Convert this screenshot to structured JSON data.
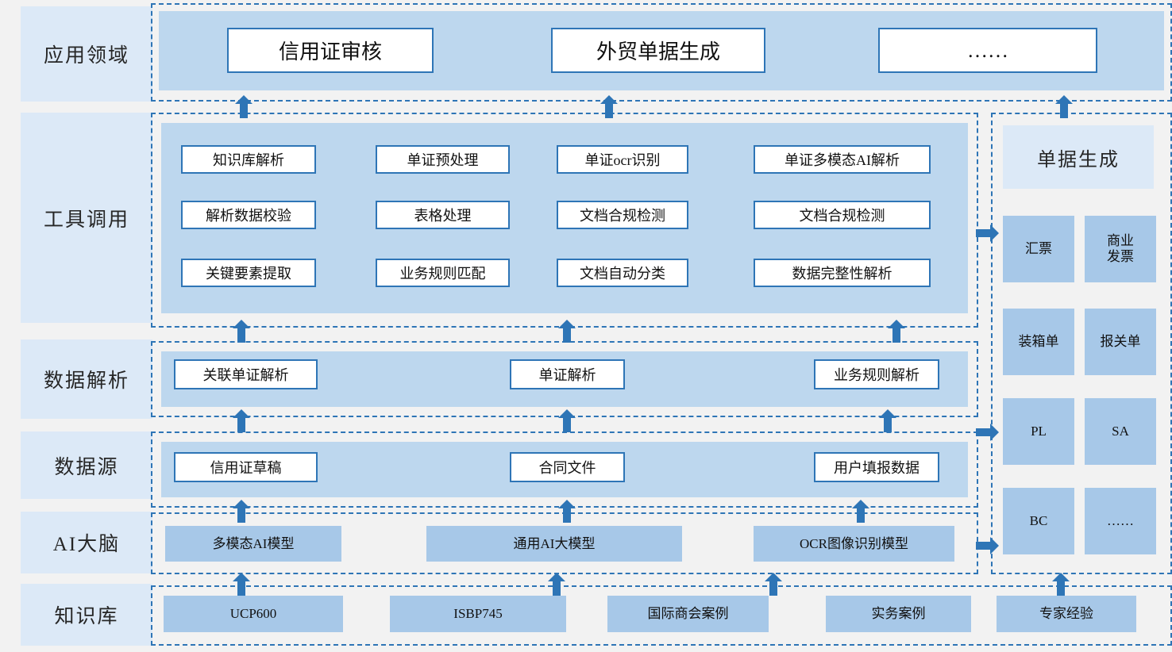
{
  "theme": {
    "accent": "#2e75b6",
    "panel_fill": "#bdd7ee",
    "label_fill": "#dce9f7",
    "box_fill": "#a7c8e8",
    "page_bg": "#f2f2f2"
  },
  "row_labels": {
    "application": "应用领域",
    "tools": "工具调用",
    "data_parsing": "数据解析",
    "data_source": "数据源",
    "ai_brain": "AI大脑",
    "knowledge_base": "知识库"
  },
  "application": {
    "items": [
      "信用证审核",
      "外贸单据生成",
      "……"
    ]
  },
  "tools": {
    "rows": [
      [
        "知识库解析",
        "单证预处理",
        "单证ocr识别",
        "单证多模态AI解析"
      ],
      [
        "解析数据校验",
        "表格处理",
        "文档合规检测",
        "文档合规检测"
      ],
      [
        "关键要素提取",
        "业务规则匹配",
        "文档自动分类",
        "数据完整性解析"
      ]
    ]
  },
  "data_parsing": {
    "items": [
      "关联单证解析",
      "单证解析",
      "业务规则解析"
    ]
  },
  "data_source": {
    "items": [
      "信用证草稿",
      "合同文件",
      "用户填报数据"
    ]
  },
  "ai_brain": {
    "items": [
      "多模态AI模型",
      "通用AI大模型",
      "OCR图像识别模型"
    ]
  },
  "knowledge_base": {
    "items": [
      "UCP600",
      "ISBP745",
      "国际商会案例",
      "实务案例",
      "专家经验"
    ]
  },
  "document_generation": {
    "title": "单据生成",
    "items": [
      "汇票",
      "商业\n发票",
      "装箱单",
      "报关单",
      "PL",
      "SA",
      "BC",
      "……"
    ]
  }
}
